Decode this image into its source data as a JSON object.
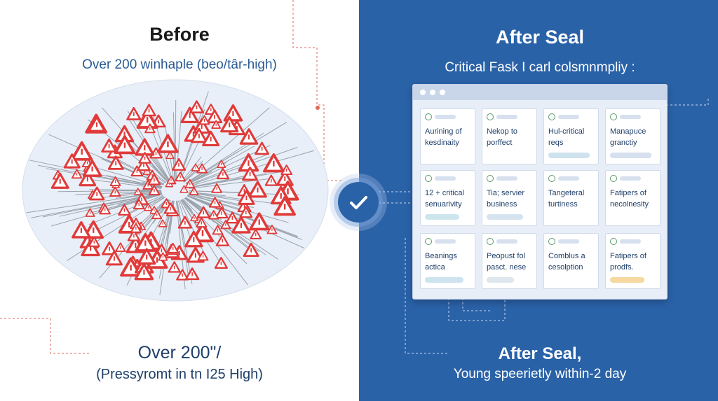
{
  "before": {
    "title": "Before",
    "subtitle": "Over 200 winhaple (beo/târ-high)",
    "footer_line1": "Over 200\"/",
    "footer_line2": "(Pressyromt in tn I25 High)"
  },
  "after": {
    "title": "After Seal",
    "subtitle": "Critical Fask I carl colsmnmpliy :",
    "footer_line1": "After Seal,",
    "footer_line2": "Young speerietly within-2 day"
  },
  "cards": [
    {
      "label": "Aurining of kesdinaity",
      "bar_fill": 0.0,
      "bar_color": "#d6e0ee"
    },
    {
      "label": "Nekop to porffect",
      "bar_fill": 0.0,
      "bar_color": "#d6e0ee"
    },
    {
      "label": "Hul-critical reqs",
      "bar_fill": 0.9,
      "bar_color": "#cfe3ef"
    },
    {
      "label": "Manapuce granctiy",
      "bar_fill": 0.9,
      "bar_color": "#d6e0ee"
    },
    {
      "label": "12 + critical senuarivity",
      "bar_fill": 0.75,
      "bar_color": "#cde6ee"
    },
    {
      "label": "Tia; servier business",
      "bar_fill": 0.8,
      "bar_color": "#d6e4f0"
    },
    {
      "label": "Tangeteral turtiness",
      "bar_fill": 0.0,
      "bar_color": "#d6e0ee"
    },
    {
      "label": "Fatipers of necolnesity",
      "bar_fill": 0.0,
      "bar_color": "#d6e0ee"
    },
    {
      "label": "Beanings actica",
      "bar_fill": 0.85,
      "bar_color": "#cfe3ef"
    },
    {
      "label": "Peopust fol pasct. nese",
      "bar_fill": 0.6,
      "bar_color": "#dfe6ee"
    },
    {
      "label": "Comblus a cesolption",
      "bar_fill": 0.0,
      "bar_color": "#d6e0ee"
    },
    {
      "label": "Fatipers of prodfs.",
      "bar_fill": 0.75,
      "bar_color": "#f5d9a0"
    }
  ],
  "colors": {
    "alert_red": "#e03a3a",
    "after_bg": "#2a62a8",
    "card_check": "#5a9a6a"
  },
  "icons": {
    "alert": "warning-triangle-icon",
    "badge": "checkmark-icon"
  }
}
